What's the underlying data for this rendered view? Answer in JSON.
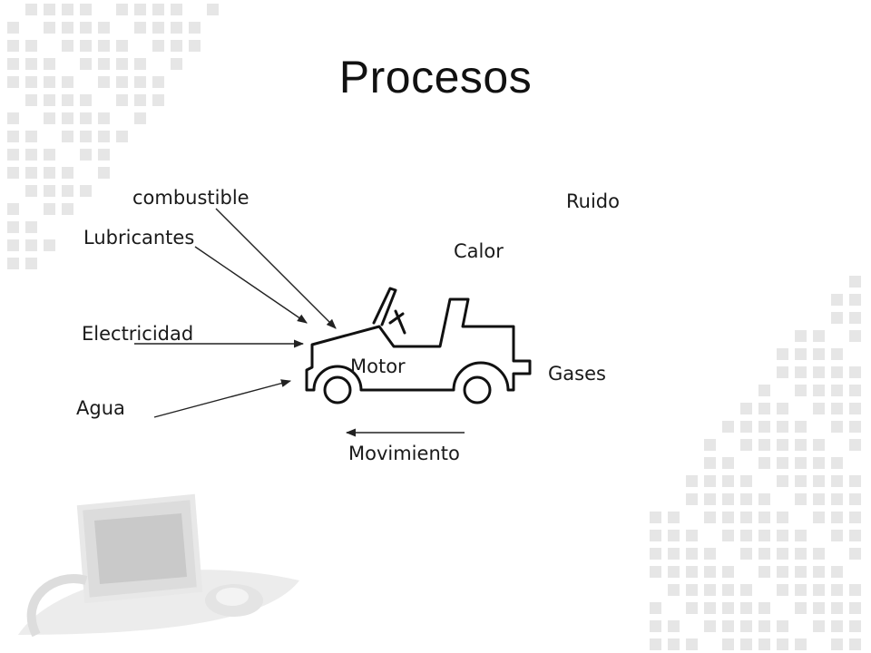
{
  "title": "Procesos",
  "inputs": {
    "combustible": "combustible",
    "lubricantes": "Lubricantes",
    "electricidad": "Electricidad",
    "agua": "Agua"
  },
  "center": {
    "motor": "Motor"
  },
  "outputs": {
    "ruido": "Ruido",
    "calor": "Calor",
    "gases": "Gases",
    "movimiento": "Movimiento"
  },
  "colors": {
    "text": "#1a1a1a",
    "line": "#222222",
    "bg_squares": "#e3e3e3"
  }
}
